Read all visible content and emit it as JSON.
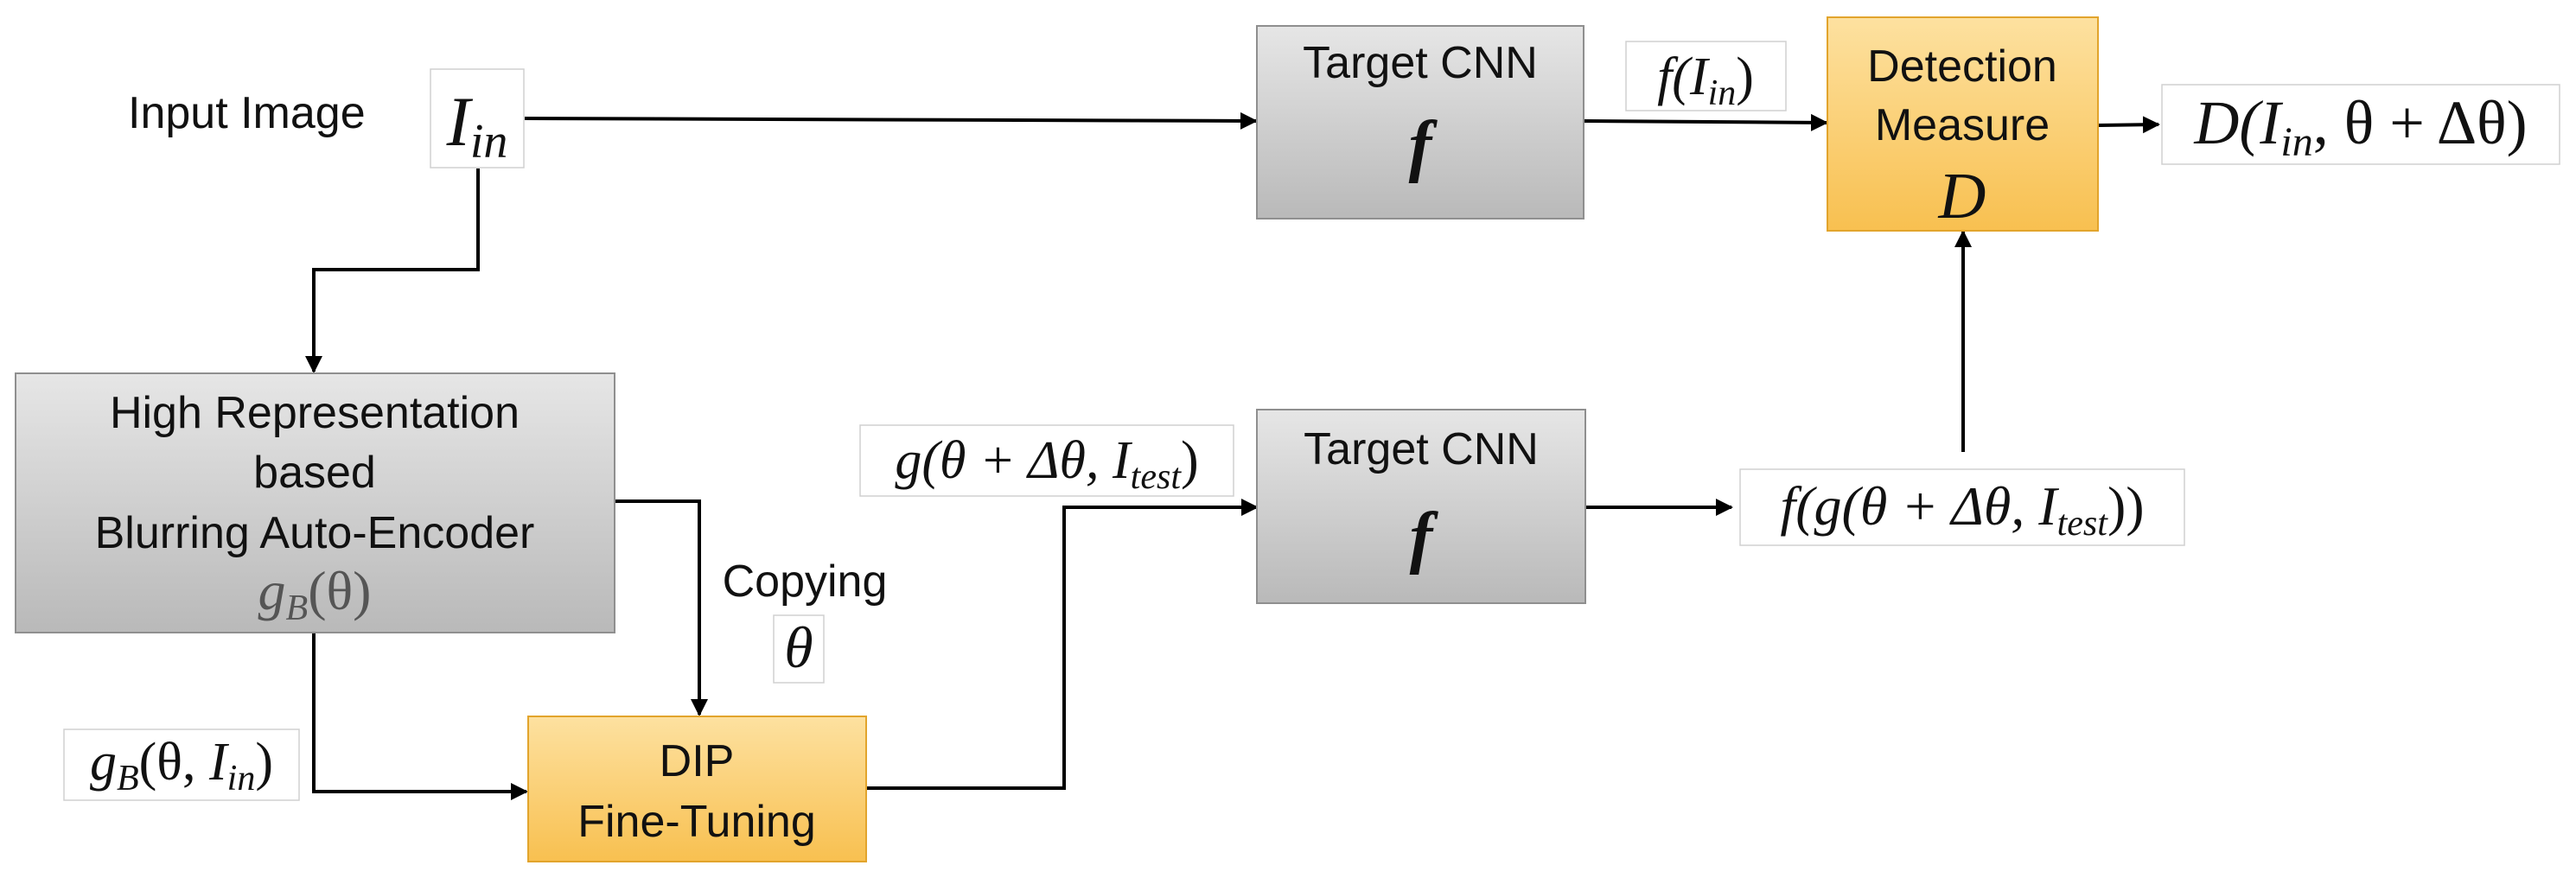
{
  "colors": {
    "gray_top": "#e6e6e6",
    "gray_bottom": "#b9b9b9",
    "orange_top": "#fde1a0",
    "orange_bottom": "#f8c050",
    "orange_border": "#e2a42c",
    "arrow": "#000000"
  },
  "labels": {
    "input_image": "Input Image",
    "copying": "Copying"
  },
  "math": {
    "input_main": "I",
    "input_sub": "in",
    "f_of_in_pre": "f(",
    "f_of_in_main": "I",
    "f_of_in_sub": "in",
    "f_of_in_post": ")",
    "output_pre": "D(",
    "output_main": "I",
    "output_sub": "in",
    "output_post": ", θ + Δθ)",
    "gb_input_pre": "g",
    "gb_input_sub1": "B",
    "gb_input_mid": "(θ, ",
    "gb_input_main": "I",
    "gb_input_sub2": "in",
    "gb_input_post": ")",
    "theta": "θ",
    "g_test_pre": "g(θ + Δθ, ",
    "g_test_main": "I",
    "g_test_sub": "test",
    "g_test_post": ")",
    "fg_pre": "f(g(θ + Δθ, ",
    "fg_main": "I",
    "fg_sub": "test",
    "fg_post": "))"
  },
  "blocks": {
    "target_cnn_top": {
      "title": "Target CNN",
      "symbol": "f"
    },
    "target_cnn_bottom": {
      "title": "Target CNN",
      "symbol": "f"
    },
    "detection_measure": {
      "line1": "Detection",
      "line2": "Measure",
      "symbol": "D"
    },
    "blurring_autoencoder": {
      "line1": "High Representation",
      "line2": "based",
      "line3": "Blurring Auto-Encoder",
      "symbol_main": "g",
      "symbol_sub": "B",
      "symbol_post": "(θ)"
    },
    "dip_finetuning": {
      "line1": "DIP",
      "line2": "Fine-Tuning"
    }
  }
}
